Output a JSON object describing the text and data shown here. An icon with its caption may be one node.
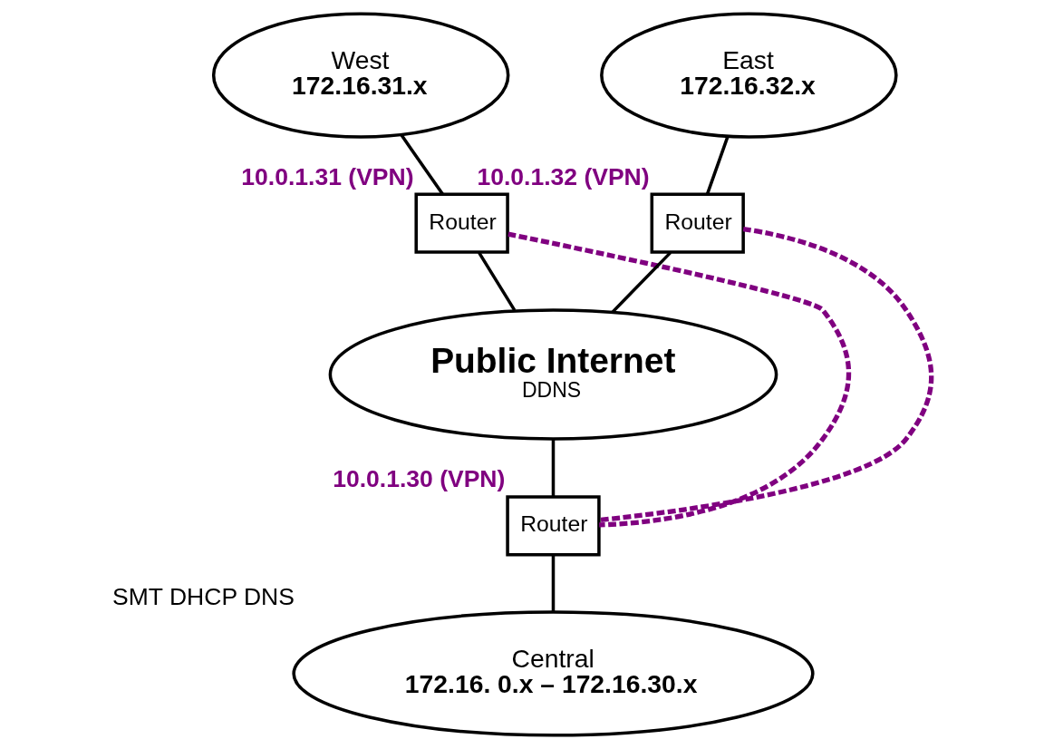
{
  "diagram": {
    "nodes": [
      {
        "text": [
          "West",
          "172.16.31.x"
        ]
      },
      {
        "text": [
          "East",
          "172.16.32.x"
        ]
      },
      {
        "text": [
          "Router"
        ],
        "beside": [
          "10.0.1.31 (VPN)"
        ]
      },
      {
        "text": [
          "Router"
        ],
        "beside": [
          "10.0.1.32 (VPN)"
        ]
      },
      {
        "text": [
          "Public Internet",
          "DDNS"
        ]
      },
      {
        "text": [
          "Router"
        ],
        "beside": [
          "10.0.1.30 (VPN)"
        ]
      },
      {
        "text": [
          "Central",
          "172.16. 0.x – 172.16.30.x"
        ],
        "beside": [
          "SMT DHCP DNS"
        ]
      }
    ],
    "edges": [
      {
        "from": 0,
        "to": 2,
        "arrow": "none"
      },
      {
        "from": 1,
        "to": 3,
        "arrow": "none"
      },
      {
        "from": 2,
        "to": 4,
        "arrow": "none"
      },
      {
        "from": 3,
        "to": 4,
        "arrow": "none"
      },
      {
        "from": 4,
        "to": 5,
        "arrow": "none"
      },
      {
        "from": 5,
        "to": 6,
        "arrow": "none"
      },
      {
        "from": 2,
        "to": 5,
        "arrow": "none",
        "style": "dashed",
        "color": "#800080"
      },
      {
        "from": 3,
        "to": 5,
        "arrow": "none",
        "style": "dashed",
        "color": "#800080"
      }
    ]
  }
}
